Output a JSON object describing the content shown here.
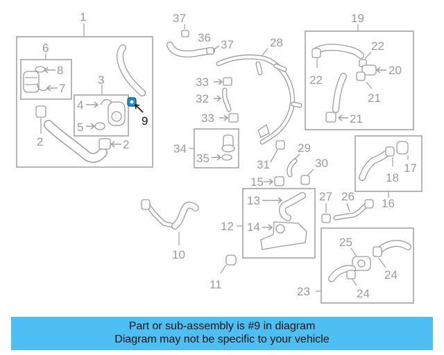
{
  "diagram": {
    "callouts": {
      "c1": "1",
      "c2a": "2",
      "c2b": "2",
      "c3": "3",
      "c4": "4",
      "c5": "5",
      "c6": "6",
      "c7": "7",
      "c8": "8",
      "c9": "9",
      "c10": "10",
      "c11": "11",
      "c12": "12",
      "c13": "13",
      "c14": "14",
      "c15": "15",
      "c16": "16",
      "c17": "17",
      "c18": "18",
      "c19": "19",
      "c20": "20",
      "c21a": "21",
      "c21b": "21",
      "c22a": "22",
      "c22b": "22",
      "c23": "23",
      "c24a": "24",
      "c24b": "24",
      "c25": "25",
      "c26": "26",
      "c27": "27",
      "c28": "28",
      "c29": "29",
      "c30": "30",
      "c31": "31",
      "c32": "32",
      "c33a": "33",
      "c33b": "33",
      "c34": "34",
      "c35": "35",
      "c36": "36",
      "c37a": "37",
      "c37b": "37"
    },
    "highlighted_part": "9",
    "colors": {
      "highlight_part": "#1e90c8",
      "line": "#a3a3a3",
      "highlight_text": "#111111"
    }
  },
  "footer": {
    "line1": "Part or sub-assembly is #9 in diagram",
    "line2": "Diagram may not be specific to your vehicle",
    "background": "#4dbff2"
  }
}
